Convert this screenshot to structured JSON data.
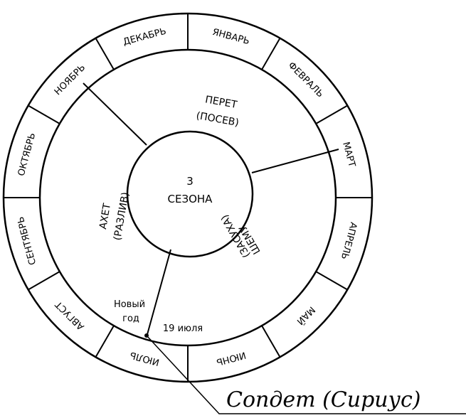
{
  "months": [
    "ЯНВАРЬ",
    "ФЕВРАЛЬ",
    "МАРТ",
    "АПРЕЛЬ",
    "МАЙ",
    "ИЮНЬ",
    "ИЮЛЬ",
    "АВГУСТ",
    "СЕНТЯБРЬ",
    "ОКТЯБРЬ",
    "НОЯБРЬ",
    "ДЕКАБРЬ"
  ],
  "seasons": {
    "peret": {
      "line1": "ПЕРЕТ",
      "line2": "(ПОСЕВ)"
    },
    "shemu": {
      "line1": "ШЕМУ",
      "line2": "(ЗАСУХА)"
    },
    "akhet": {
      "line1": "АХЕТ",
      "line2": "(РАЗЛИВ)"
    }
  },
  "center": {
    "line1": "3",
    "line2": "СЕЗОНА"
  },
  "new_year": {
    "line1": "Новый",
    "line2": "год"
  },
  "date": "19 июля",
  "star": "Сопдет (Сириус)",
  "colors": {
    "ink": "#000000",
    "paper": "#ffffff"
  }
}
